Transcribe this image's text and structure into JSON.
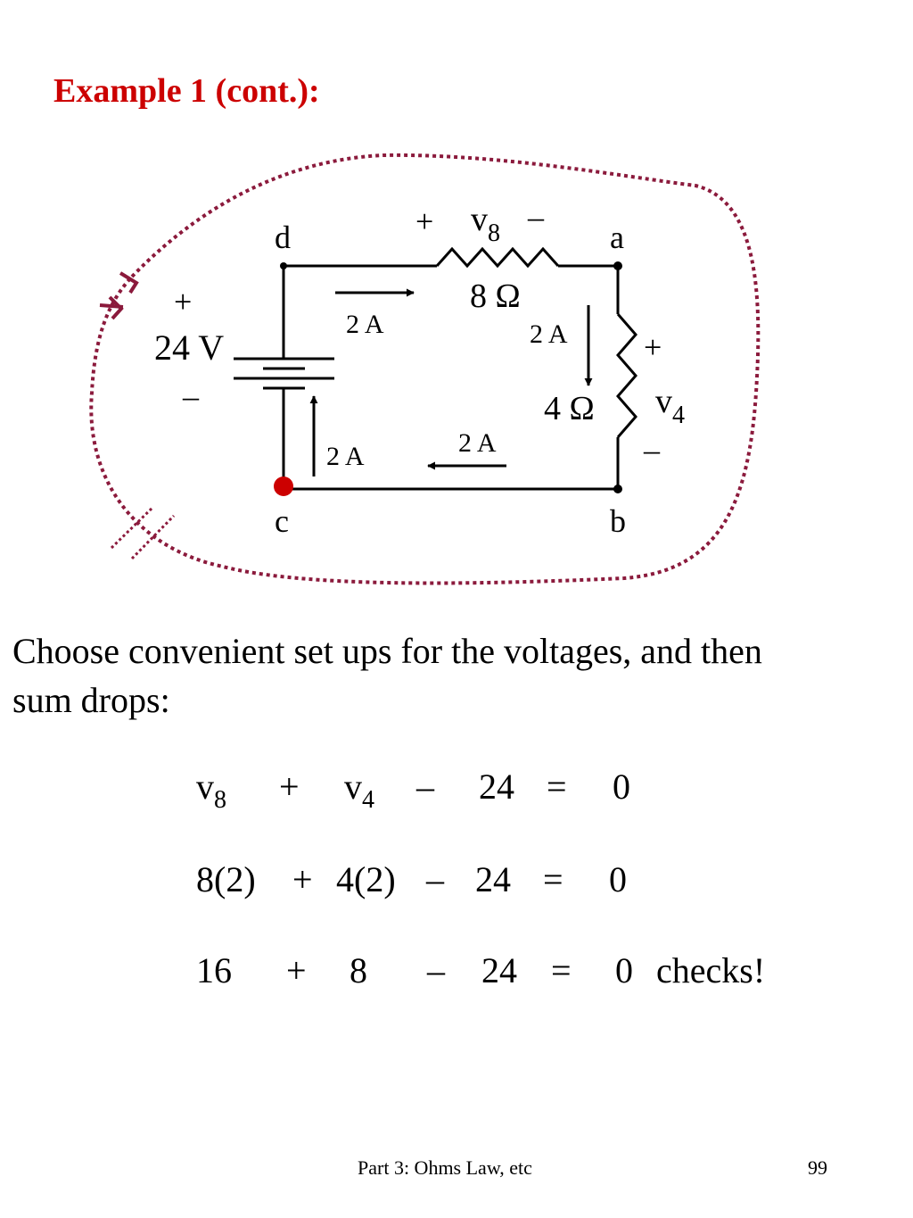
{
  "title": "Example 1 (cont.):",
  "diagram": {
    "nodes": {
      "a": "a",
      "b": "b",
      "c": "c",
      "d": "d"
    },
    "resistor_8": {
      "value": "8 Ω",
      "plus": "+",
      "minus": "–",
      "v_main": "v",
      "v_sub": "8"
    },
    "resistor_4": {
      "value": "4 Ω",
      "plus": "+",
      "minus": "–",
      "v_main": "v",
      "v_sub": "4"
    },
    "source": {
      "value": "24 V",
      "plus": "+",
      "minus": "–"
    },
    "currents": {
      "top": "2 A",
      "right": "2 A",
      "bottom": "2 A",
      "left": "2 A"
    },
    "colors": {
      "loop": "#8b1a3c",
      "node_c": "#cc0000",
      "title": "#cc0000"
    }
  },
  "description": {
    "line1": "Choose convenient set ups for the voltages, and then",
    "line2": "sum drops:"
  },
  "equations": {
    "eq1": {
      "v8_main": "v",
      "v8_sub": "8",
      "plus": "+",
      "v4_main": "v",
      "v4_sub": "4",
      "minus": "–",
      "value": "24",
      "equals": "=",
      "result": "0"
    },
    "eq2": {
      "term1": "8(2)",
      "plus": "+",
      "term2": "4(2)",
      "minus": "–",
      "value": "24",
      "equals": "=",
      "result": "0"
    },
    "eq3": {
      "term1": "16",
      "plus": "+",
      "term2": "8",
      "minus": "–",
      "value": "24",
      "equals": "=",
      "result": "0",
      "note": "checks!"
    }
  },
  "footer": {
    "label": "Part 3: Ohms Law, etc",
    "page": "99"
  }
}
